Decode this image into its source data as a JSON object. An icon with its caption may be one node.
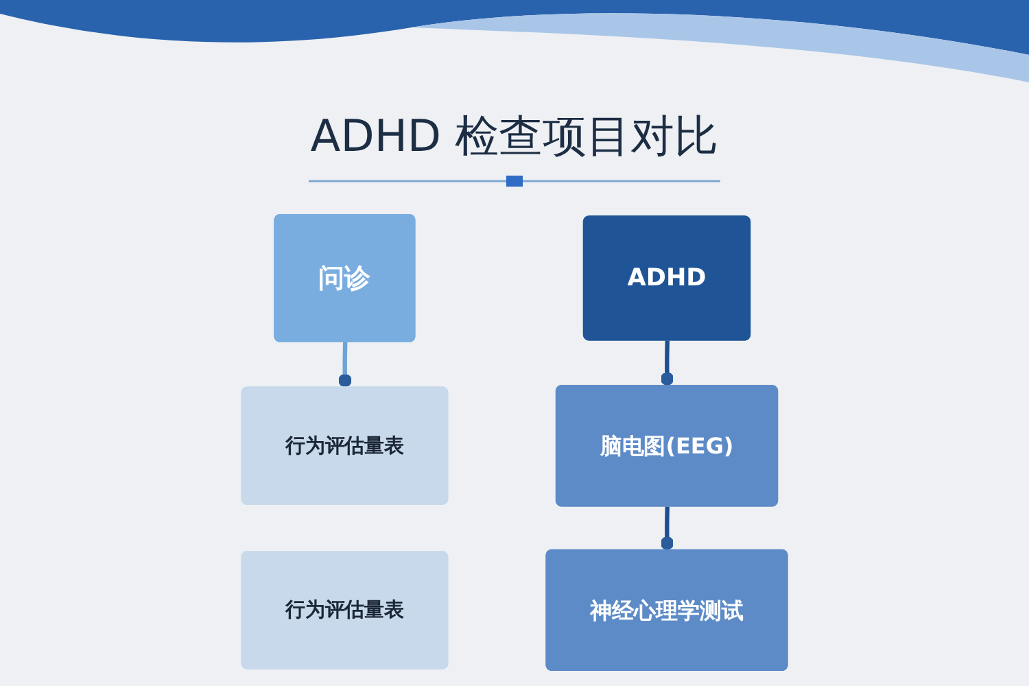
{
  "diagram": {
    "title": "ADHD 检查项目对比",
    "nodes": [
      {
        "text": [
          "问诊"
        ]
      },
      {
        "text": [
          "行为评估量表"
        ]
      },
      {
        "text": [
          "行为评估量表"
        ]
      },
      {
        "text": [
          "ADHD"
        ]
      },
      {
        "text": [
          "脑电图(EEG)"
        ]
      },
      {
        "text": [
          "神经心理学测试"
        ]
      }
    ],
    "edges": [
      {
        "from": 0,
        "to": 1,
        "arrow": "other",
        "color": "#6fa3d8"
      },
      {
        "from": 3,
        "to": 4,
        "arrow": "other"
      },
      {
        "from": 4,
        "to": 5,
        "arrow": "other"
      }
    ]
  }
}
